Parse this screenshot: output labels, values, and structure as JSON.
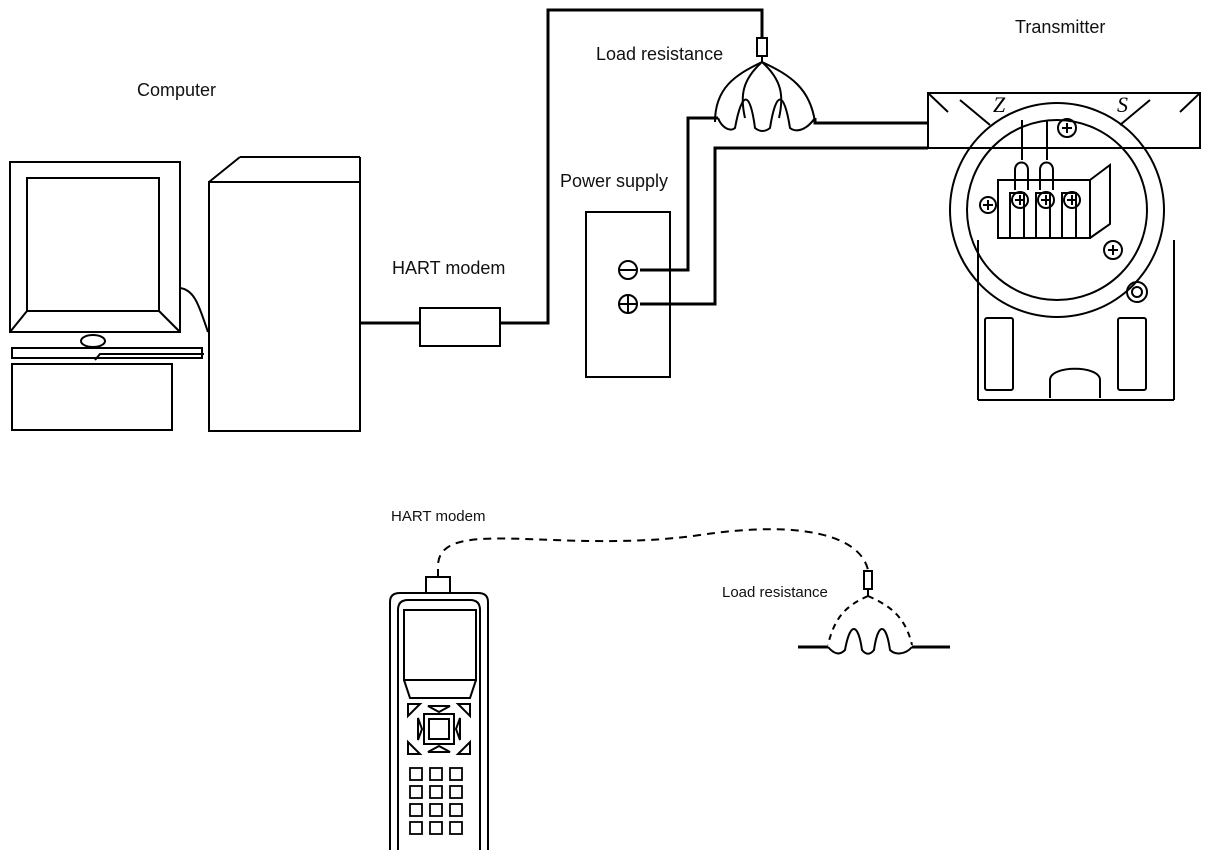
{
  "labels": {
    "computer": "Computer",
    "hart_modem_top": "HART modem",
    "load_resistance_top": "Load resistance",
    "power_supply": "Power supply",
    "transmitter": "Transmitter",
    "hart_modem_bottom": "HART modem",
    "load_resistance_bottom": "Load resistance"
  },
  "transmitter_markings": {
    "left": "Z",
    "right": "S"
  }
}
